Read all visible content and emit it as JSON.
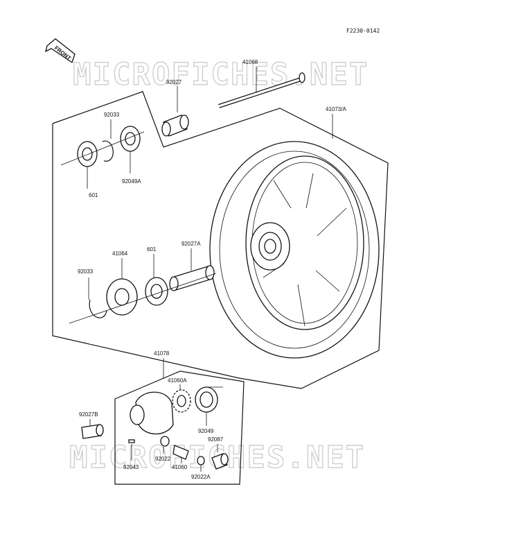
{
  "diagram": {
    "reference_code": "F2230-0142",
    "watermark": "MICROFICHES.NET",
    "front_label": "FRONT",
    "parts": {
      "axle": "41068",
      "collar_top": "92027",
      "wheel": "41073/A",
      "circlip_top": "92033",
      "bearing_top": "601",
      "seal_top": "92049A",
      "circlip_mid": "92033",
      "coupling_plate": "41064",
      "bearing_mid": "601",
      "spacer": "92027A",
      "gear_assembly": "41078",
      "gear_housing_part": "41060A",
      "collar_left": "92027B",
      "seal_gear": "92049",
      "bushing": "92087",
      "pin": "92043",
      "washer": "92022",
      "drive_gear": "41060",
      "washer_a": "92022A"
    }
  }
}
